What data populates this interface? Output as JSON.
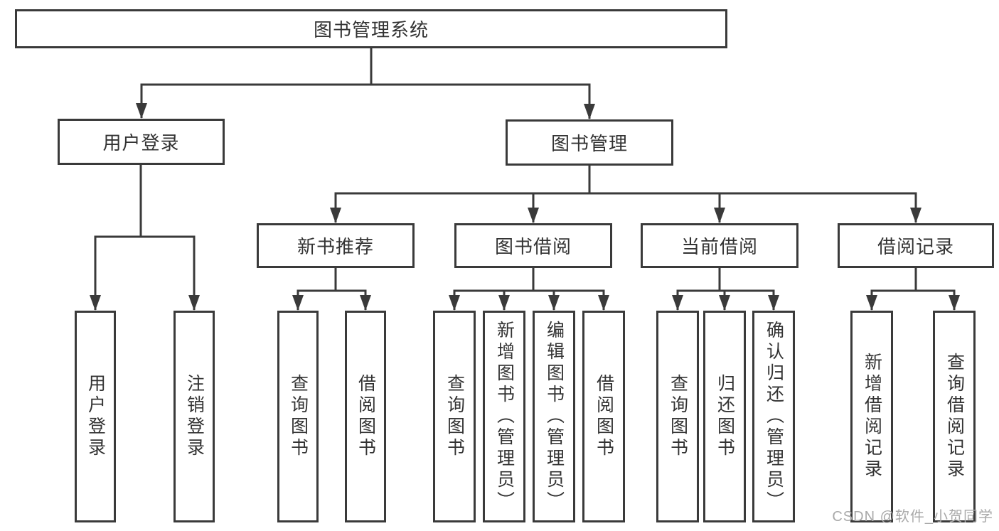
{
  "tree": {
    "root": "图书管理系统",
    "level2": [
      {
        "label": "用户登录",
        "children": [
          "用户登录",
          "注销登录"
        ]
      },
      {
        "label": "图书管理"
      }
    ],
    "level3": [
      {
        "label": "新书推荐",
        "children": [
          "查询图书",
          "借阅图书"
        ]
      },
      {
        "label": "图书借阅",
        "children": [
          "查询图书",
          "新增图书（管理员）",
          "编辑图书（管理员）",
          "借阅图书"
        ]
      },
      {
        "label": "当前借阅",
        "children": [
          "查询图书",
          "归还图书",
          "确认归还（管理员）"
        ]
      },
      {
        "label": "借阅记录",
        "children": [
          "新增借阅记录",
          "查询借阅记录"
        ]
      }
    ]
  },
  "watermark": {
    "text": "CSDN @软件_小贺同学"
  },
  "colors": {
    "line": "#3a3a3a",
    "text": "#333333",
    "watermark": "#a9a9a9",
    "background": "#ffffff"
  }
}
